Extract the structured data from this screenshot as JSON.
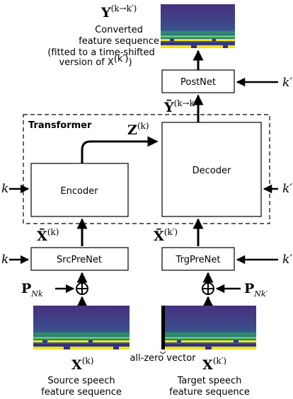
{
  "transformer_label": "Transformer",
  "blocks": {
    "encoder": "Encoder",
    "decoder": "Decoder",
    "src_prenet": "SrcPreNet",
    "trg_prenet": "TrgPreNet",
    "postnet": "PostNet"
  },
  "symbols": {
    "Y_var": "Y",
    "Y_sup": "(k→k′)",
    "Ytilde_var": "Ỹ",
    "Ytilde_sup": "(k→k′)",
    "Z_var": "Z",
    "Z_sup": "(k)",
    "Xtilde_var": "X̃",
    "Xtilde_src_sup": "(k)",
    "Xtilde_trg_sup": "(k′)",
    "X_var": "X",
    "X_src_sup": "(k)",
    "X_trg_sup": "(k′)",
    "P_var": "P",
    "P_src_sub": "Nk",
    "P_trg_sub": "Nk′",
    "k": "k",
    "k_prime": "k′"
  },
  "captions": {
    "converted_line1": "Converted",
    "converted_line2": "feature sequence",
    "fitted_note": "(fitted to a time-shifted",
    "fitted_note2": "version of X",
    "fitted_note2_sup": "(k′)",
    "fitted_note2_end": ")",
    "source_line1": "Source speech",
    "source_line2": "feature sequence",
    "target_line1": "Target speech",
    "target_line2": "feature sequence",
    "all_zero": "all-zero vector"
  },
  "colors": {
    "spectro_dark": "#3b2f7c",
    "spectro_mid": "#2a7f8a",
    "spectro_green": "#5ec962",
    "spectro_yellow": "#f2e21b",
    "dashed_box": "#000000"
  }
}
